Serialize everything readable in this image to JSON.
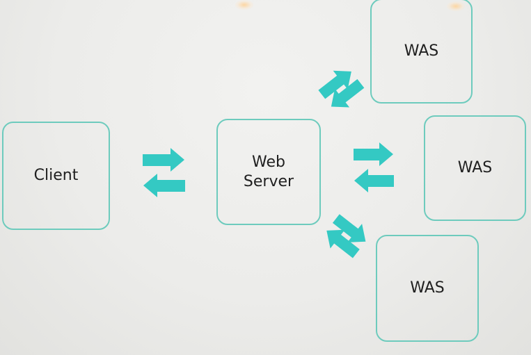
{
  "diagram": {
    "client": {
      "label": "Client"
    },
    "web_server": {
      "label_line1": "Web",
      "label_line2": "Server"
    },
    "was_top": {
      "label": "WAS"
    },
    "was_middle": {
      "label": "WAS"
    },
    "was_bottom": {
      "label": "WAS"
    },
    "colors": {
      "node_border": "#6dcbbd",
      "arrow": "#34c9c3",
      "text": "#1f1f1f",
      "background": "#ececea"
    }
  }
}
